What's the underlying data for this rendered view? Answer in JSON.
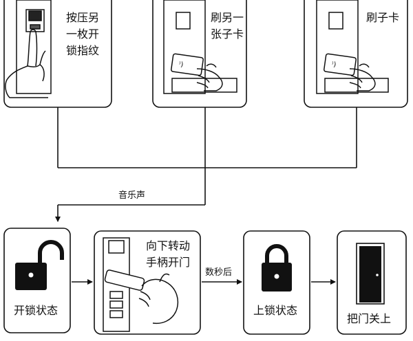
{
  "top_steps": [
    {
      "lines": [
        "按压另",
        "一枚开",
        "锁指纹"
      ]
    },
    {
      "lines": [
        "刷另一",
        "张子卡"
      ]
    },
    {
      "lines": [
        "刷子卡"
      ]
    }
  ],
  "merge_label": "音乐声",
  "bottom_steps": [
    {
      "label": "开锁状态"
    },
    {
      "lines": [
        "向下转动",
        "手柄开门"
      ]
    },
    {
      "label": "上锁状态"
    },
    {
      "label": "把门关上"
    }
  ],
  "arrow_label": "数秒后"
}
